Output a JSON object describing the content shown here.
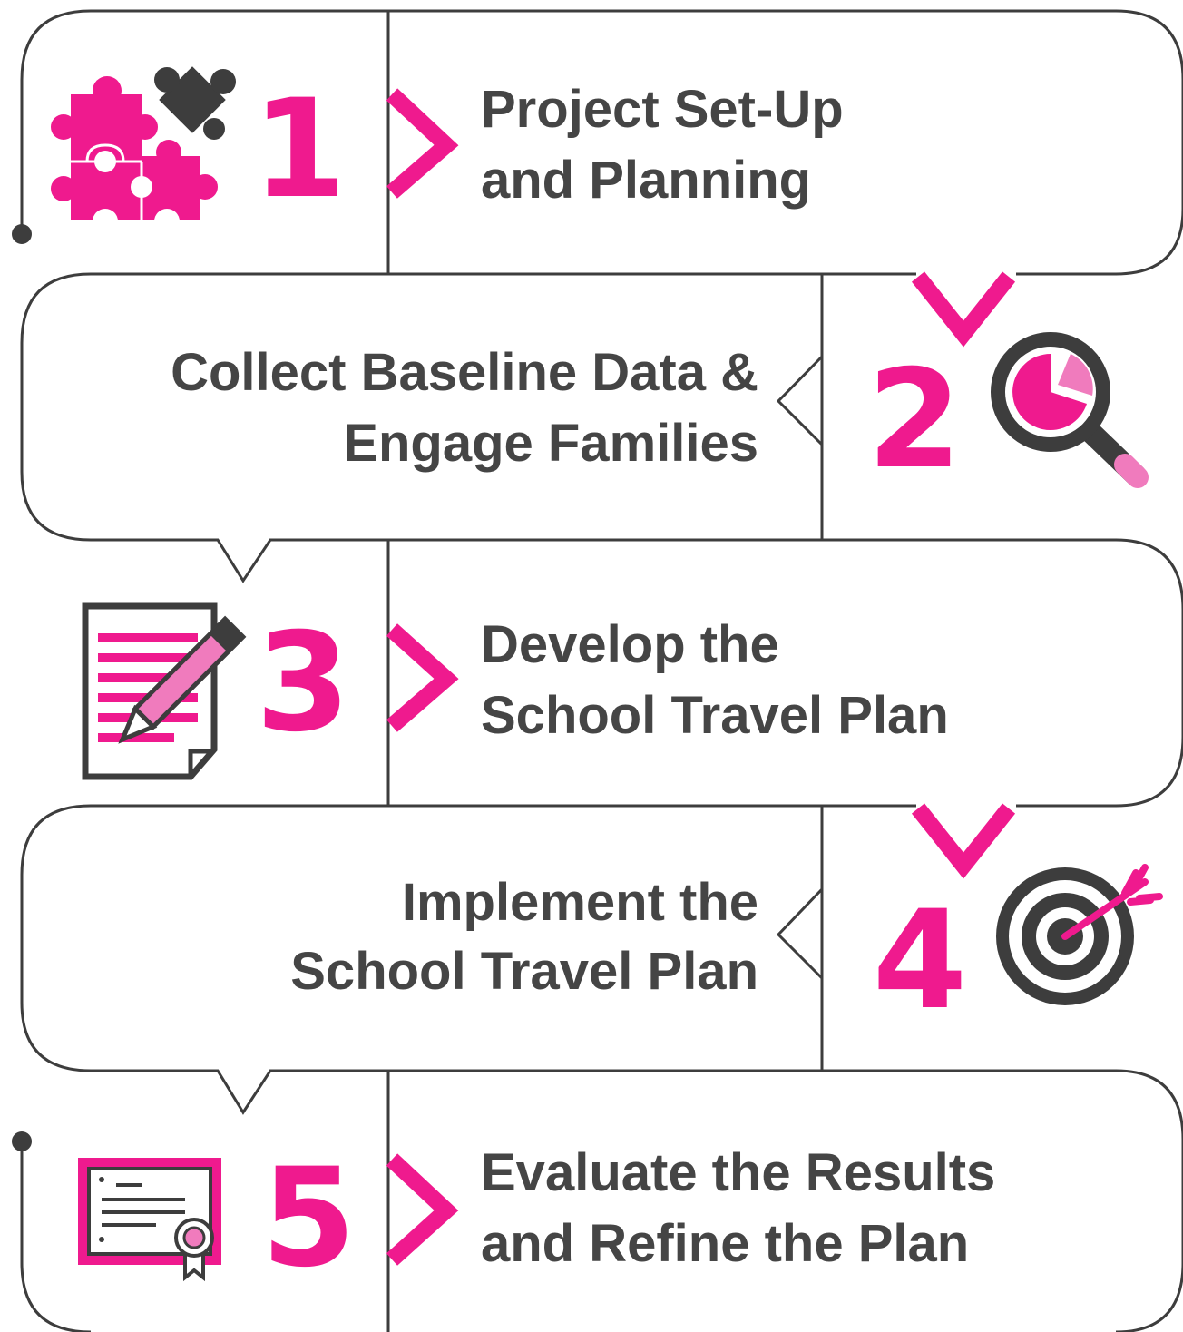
{
  "colors": {
    "accent": "#ef1a8e",
    "accent_light": "#f07bbd",
    "text": "#454545",
    "icon_dark": "#3d3d3d",
    "line": "#3d3d3d",
    "background": "#ffffff"
  },
  "steps": [
    {
      "number": "1",
      "line1": "Project Set-Up",
      "line2": "and Planning",
      "icon": "puzzle-pieces-icon"
    },
    {
      "number": "2",
      "line1": "Collect Baseline Data &",
      "line2": "Engage Families",
      "icon": "magnifier-pie-chart-icon"
    },
    {
      "number": "3",
      "line1": "Develop the",
      "line2": "School Travel Plan",
      "icon": "document-pencil-icon"
    },
    {
      "number": "4",
      "line1": "Implement the",
      "line2": "School Travel Plan",
      "icon": "target-arrow-icon"
    },
    {
      "number": "5",
      "line1": "Evaluate the Results",
      "line2": "and Refine the Plan",
      "icon": "certificate-icon"
    }
  ]
}
